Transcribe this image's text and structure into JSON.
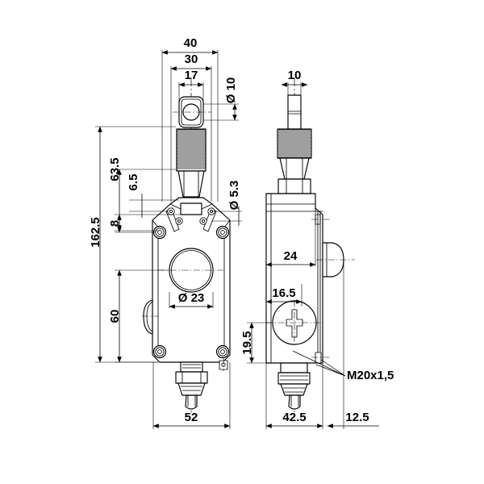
{
  "drawing": {
    "title": "Safety position switch outline drawing",
    "background_color": "#ffffff",
    "line_color": "#000000",
    "views": [
      {
        "name": "front-view",
        "label": ""
      },
      {
        "name": "side-view",
        "label": ""
      }
    ],
    "dimensions": {
      "front_top_overall_width": "40",
      "front_top_inner_width": "30",
      "front_head_width": "17",
      "front_plunger_diameter": "Ø 10",
      "front_mount_hole_diameter": "Ø 5.3",
      "front_total_height": "162.5",
      "front_head_height": "63.5",
      "front_upper_offset": "6.5",
      "front_shoulder_offset": "8",
      "front_lower_height": "60",
      "front_bore_diameter": "Ø 23",
      "front_body_width": "52",
      "side_plunger_width": "10",
      "side_body_depth": "24",
      "side_cover_offset": "16.5",
      "side_port_height": "19.5",
      "side_body_depth_total": "42.5",
      "side_connector_depth": "12.5",
      "side_thread_callout": "M20x1,5"
    }
  }
}
